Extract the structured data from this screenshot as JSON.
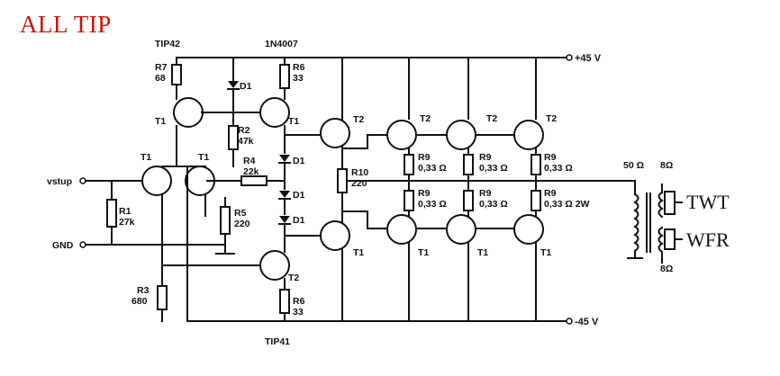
{
  "title": "ALL TIP",
  "title_color": "#cc1100",
  "labels": {
    "tip42": "TIP42",
    "tip41": "TIP41",
    "diode_part": "1N4007",
    "vplus": "+45 V",
    "vminus": "-45 V",
    "input": "vstup",
    "gnd": "GND",
    "r7": "R7",
    "r7v": "68",
    "r6a": "R6",
    "r6av": "33",
    "r6b": "R6",
    "r6bv": "33",
    "r2": "R2",
    "r2v": "47k",
    "r4": "R4",
    "r4v": "22k",
    "r1": "R1",
    "r1v": "27k",
    "r5": "R5",
    "r5v": "220",
    "r3": "R3",
    "r3v": "680",
    "r10": "R10",
    "r10v": "220",
    "d1": "D1",
    "t1": "T1",
    "t2": "T2",
    "r9": "R9",
    "r9v": "0,33 Ω",
    "r9v2w": "0,33 Ω 2W",
    "imp50": "50 Ω",
    "imp8": "8Ω",
    "twt": "TWT",
    "wfr": "WFR"
  }
}
